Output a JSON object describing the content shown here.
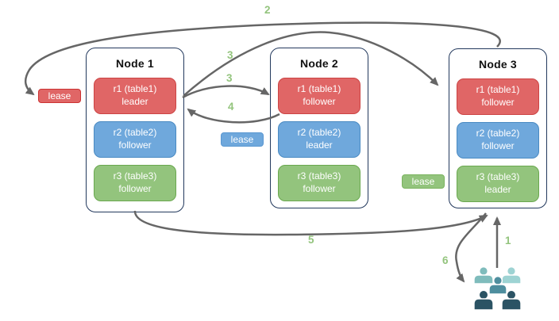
{
  "diagram": {
    "nodes": [
      {
        "title": "Node 1",
        "replicas": [
          {
            "name": "r1 (table1)",
            "role": "leader"
          },
          {
            "name": "r2 (table2)",
            "role": "follower"
          },
          {
            "name": "r3 (table3)",
            "role": "follower"
          }
        ]
      },
      {
        "title": "Node 2",
        "replicas": [
          {
            "name": "r1 (table1)",
            "role": "follower"
          },
          {
            "name": "r2 (table2)",
            "role": "leader"
          },
          {
            "name": "r3 (table3)",
            "role": "follower"
          }
        ]
      },
      {
        "title": "Node 3",
        "replicas": [
          {
            "name": "r1 (table1)",
            "role": "follower"
          },
          {
            "name": "r2 (table2)",
            "role": "follower"
          },
          {
            "name": "r3 (table3)",
            "role": "leader"
          }
        ]
      }
    ],
    "leases": [
      {
        "label": "lease",
        "color": "#e06666"
      },
      {
        "label": "lease",
        "color": "#6fa8dc"
      },
      {
        "label": "lease",
        "color": "#93c47d"
      }
    ],
    "steps": {
      "step1": "1",
      "step2": "2",
      "step3_to_node3": "3",
      "step3_to_node2": "3",
      "step4": "4",
      "step5": "5",
      "step6": "6"
    },
    "icons": {
      "users": "users-group-icon"
    },
    "colors": {
      "leader_red": "#e06666",
      "follower_blue": "#6fa8dc",
      "replica_green": "#93c47d",
      "node_border": "#23395d",
      "arrow_gray": "#666666",
      "step_green": "#93c47d"
    }
  }
}
